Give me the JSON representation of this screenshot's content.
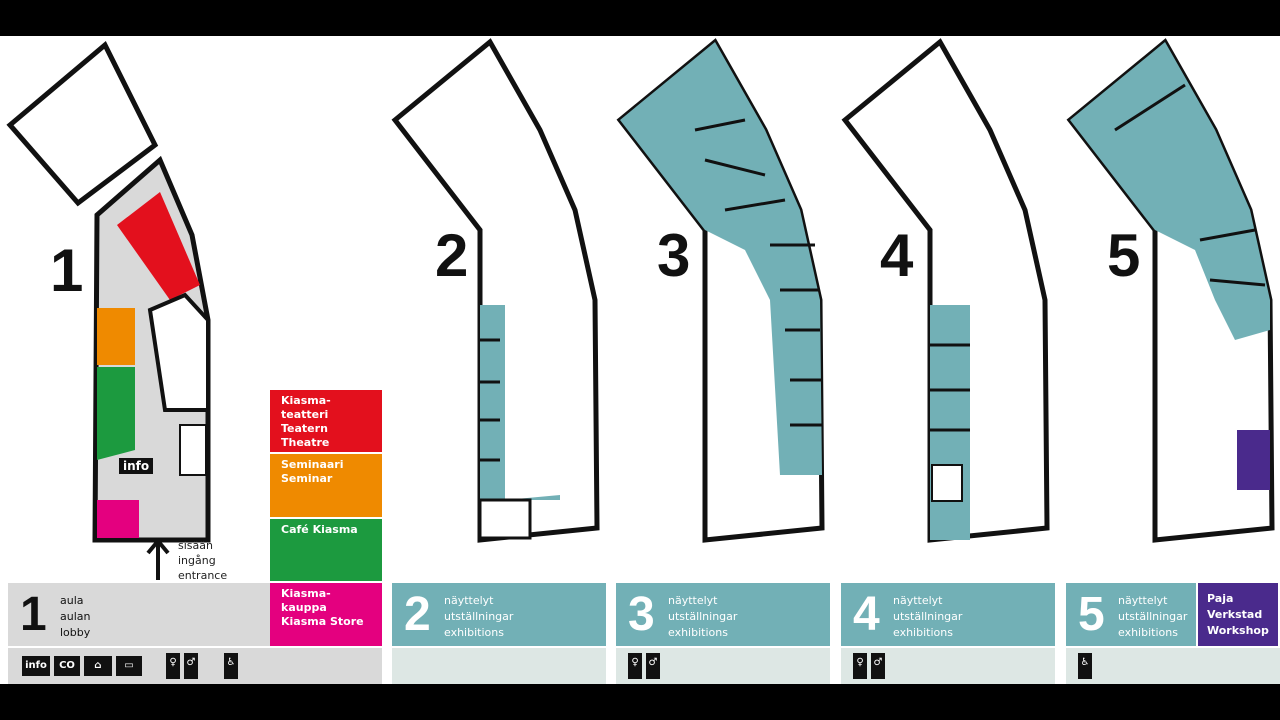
{
  "colors": {
    "theatre": "#e3101d",
    "seminar": "#ef8a00",
    "cafe": "#1c9a3f",
    "store": "#e4007f",
    "exhibition": "#72b0b6",
    "workshop": "#4a2a8c",
    "lobby": "#d9d9d9",
    "subband": "#dde7e4"
  },
  "floors": [
    {
      "number": "1",
      "lines": [
        "aula",
        "aulan",
        "lobby"
      ]
    },
    {
      "number": "2",
      "lines": [
        "näyttelyt",
        "utställningar",
        "exhibitions"
      ]
    },
    {
      "number": "3",
      "lines": [
        "näyttelyt",
        "utställningar",
        "exhibitions"
      ]
    },
    {
      "number": "4",
      "lines": [
        "näyttelyt",
        "utställningar",
        "exhibitions"
      ]
    },
    {
      "number": "5",
      "lines": [
        "näyttelyt",
        "utställningar",
        "exhibitions"
      ]
    }
  ],
  "legend": [
    {
      "lines": [
        "Kiasma-teatteri",
        "Teatern",
        "Theatre"
      ]
    },
    {
      "lines": [
        "Seminaari",
        "Seminar"
      ]
    },
    {
      "lines": [
        "Café Kiasma"
      ]
    },
    {
      "lines": [
        "Kiasma-kauppa",
        "Kiasma Store"
      ]
    }
  ],
  "workshop": {
    "lines": [
      "Paja",
      "Verkstad",
      "Workshop"
    ]
  },
  "entrance": {
    "lines": [
      "sisään",
      "ingång",
      "entrance"
    ]
  },
  "info_label": "info",
  "floor1_icons": [
    "info",
    "cloakroom-icon",
    "hanger-icon",
    "locker-icon",
    "toilet-icon",
    "toilet-icon",
    "accessible-toilet-icon"
  ]
}
